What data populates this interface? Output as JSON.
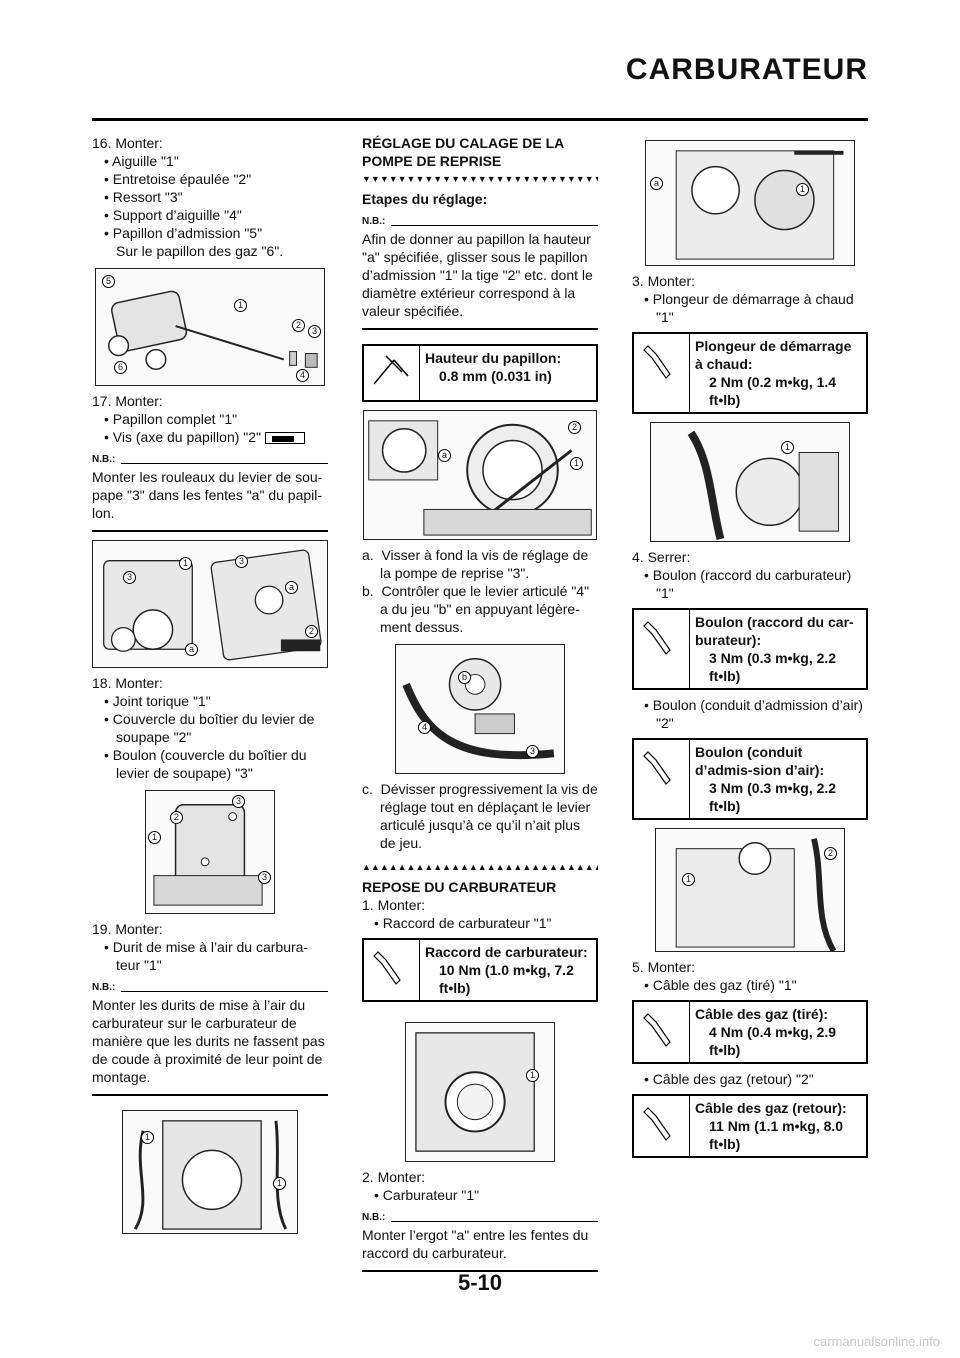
{
  "header": {
    "title": "CARBURATEUR"
  },
  "page_number": "5-10",
  "watermark": "carmanualsonline.info",
  "col1": {
    "s16": {
      "head": "16. Monter:",
      "items": [
        "Aiguille \"1\"",
        "Entretoise épaulée \"2\"",
        "Ressort \"3\"",
        "Support d’aiguille \"4\"",
        "Papillon d’admission \"5\""
      ],
      "cont": "Sur le papillon des gaz \"6\"."
    },
    "s17": {
      "head": "17. Monter:",
      "items": [
        "Papillon complet \"1\"",
        "Vis (axe du papillon) \"2\""
      ]
    },
    "nb1": {
      "label": "N.B.:",
      "text": "Monter les rouleaux du levier de sou-pape \"3\" dans les fentes \"a\" du papil-lon."
    },
    "s18": {
      "head": "18. Monter:",
      "items": [
        "Joint torique \"1\"",
        "Couvercle du boîtier du levier de soupape \"2\"",
        "Boulon (couvercle du boîtier du levier de soupape) \"3\""
      ]
    },
    "s19": {
      "head": "19. Monter:",
      "items": [
        "Durit de mise à l’air du carbura-teur \"1\""
      ]
    },
    "nb2": {
      "label": "N.B.:",
      "text": "Monter les durits de mise à l’air du carburateur sur le carburateur de manière que les durits ne fassent pas de coude à proximité de leur point de montage."
    }
  },
  "col2": {
    "title": "RÉGLAGE DU CALAGE DE LA POMPE DE REPRISE",
    "tri_top": "▼▼▼▼▼▼▼▼▼▼▼▼▼▼▼▼▼▼▼▼▼▼▼▼▼▼▼▼",
    "subtitle": "Etapes du réglage:",
    "nb": {
      "label": "N.B.:",
      "text": "Afin de donner au papillon la hauteur \"a\" spécifiée, glisser sous le papillon d’admission \"1\" la tige \"2\" etc. dont le diamètre extérieur correspond à la valeur spécifiée."
    },
    "spec1": {
      "label": "Hauteur du papillon:",
      "value": "0.8 mm (0.031 in)"
    },
    "steps_a_b": [
      {
        "letter": "a.",
        "text": "Visser à fond la vis de réglage de la pompe de reprise \"3\"."
      },
      {
        "letter": "b.",
        "text": "Contrôler que le levier articulé \"4\" a du jeu \"b\" en appuyant légère-ment dessus."
      }
    ],
    "step_c": {
      "letter": "c.",
      "text": "Dévisser progressivement la vis de réglage tout en déplaçant le levier articulé jusqu’à ce qu’il n’ait plus de jeu."
    },
    "tri_bottom": "▲▲▲▲▲▲▲▲▲▲▲▲▲▲▲▲▲▲▲▲▲▲▲▲▲▲▲▲",
    "repose_title": "REPOSE DU CARBURATEUR",
    "r1": {
      "head": "1. Monter:",
      "items": [
        "Raccord de carburateur \"1\""
      ]
    },
    "spec2": {
      "label": "Raccord de carburateur:",
      "value": "10 Nm (1.0 m•kg, 7.2 ft•lb)"
    },
    "r2": {
      "head": "2. Monter:",
      "items": [
        "Carburateur \"1\""
      ]
    },
    "nb3": {
      "label": "N.B.:",
      "text": "Monter l’ergot \"a\" entre les fentes du raccord du carburateur."
    }
  },
  "col3": {
    "r3": {
      "head": "3. Monter:",
      "items": [
        "Plongeur de démarrage à chaud \"1\""
      ]
    },
    "spec3": {
      "label": "Plongeur de démarrage à chaud:",
      "value": "2 Nm (0.2 m•kg, 1.4 ft•lb)"
    },
    "r4": {
      "head": "4. Serrer:",
      "items": [
        "Boulon (raccord du carburateur) \"1\""
      ]
    },
    "spec4": {
      "label": "Boulon (raccord du car-burateur):",
      "value": "3 Nm (0.3 m•kg, 2.2 ft•lb)"
    },
    "r4b": {
      "items": [
        "Boulon (conduit d’admission d’air) \"2\""
      ]
    },
    "spec5": {
      "label": "Boulon (conduit d’admis-sion d’air):",
      "value": "3 Nm (0.3 m•kg, 2.2 ft•lb)"
    },
    "r5": {
      "head": "5. Monter:",
      "items": [
        "Câble des gaz (tiré) \"1\""
      ]
    },
    "spec6": {
      "label": "Câble des gaz (tiré):",
      "value": "4 Nm (0.4 m•kg, 2.9 ft•lb)"
    },
    "r5b": {
      "items": [
        "Câble des gaz (retour) \"2\""
      ]
    },
    "spec7": {
      "label": "Câble des gaz (retour):",
      "value": "11 Nm (1.1 m•kg, 8.0 ft•lb)"
    }
  },
  "callouts": {
    "n1": "1",
    "n2": "2",
    "n3": "3",
    "n4": "4",
    "n5": "5",
    "n6": "6",
    "a": "a",
    "b": "b"
  }
}
